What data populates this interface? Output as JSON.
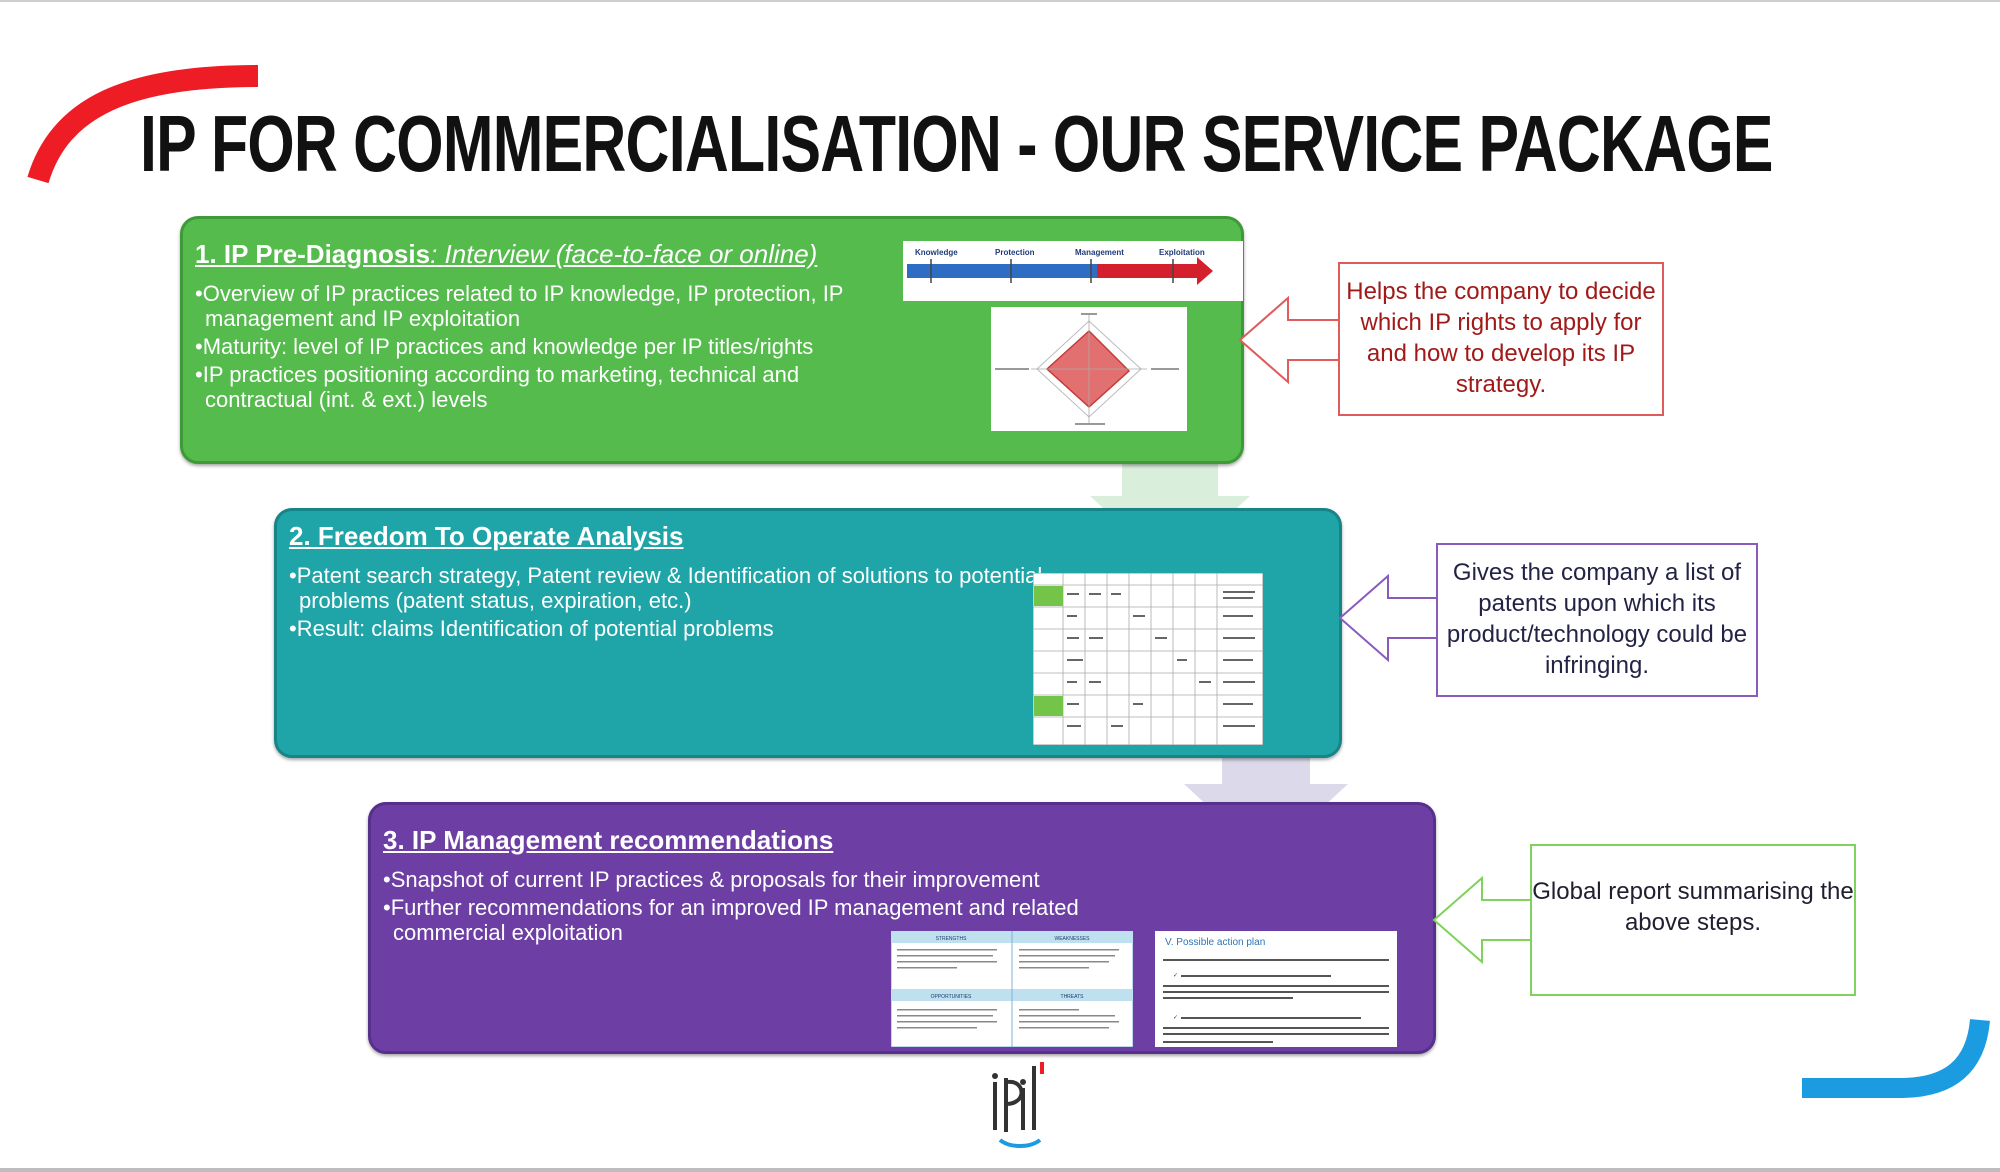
{
  "title": "IP FOR COMMERCIALISATION - OUR SERVICE PACKAGE",
  "colors": {
    "red_accent": "#ee1c25",
    "blue_accent": "#1c9ce0",
    "green": "#55bb4d",
    "teal": "#1fa4a8",
    "purple": "#6d3ea4"
  },
  "steps": [
    {
      "heading": "1. IP Pre-Diagnosis",
      "subheading": ": Interview (face-to-face or online)",
      "bullets": [
        "Overview of IP practices related to IP knowledge, IP protection, IP management and IP exploitation",
        "Maturity: level of IP practices and knowledge per IP titles/rights",
        "IP practices positioning according to marketing, technical and contractual (int. & ext.) levels"
      ],
      "timeline_labels": [
        "Knowledge",
        "Protection",
        "Management",
        "Exploitation"
      ],
      "benefit": "Helps the company to decide which IP rights to apply for and how to develop its IP strategy."
    },
    {
      "heading": "2. Freedom To Operate Analysis",
      "bullets": [
        "Patent search strategy, Patent review & Identification of solutions to potential problems (patent status, expiration, etc.)",
        "Result: claims Identification of potential problems"
      ],
      "benefit": "Gives the company a list of patents upon which its product/technology could be infringing."
    },
    {
      "heading": "3. IP Management recommendations",
      "bullets": [
        "Snapshot of current IP practices & proposals for their improvement",
        "Further recommendations for an improved IP management and related commercial exploitation"
      ],
      "swot_labels": [
        "STRENGTHS",
        "WEAKNESSES",
        "OPPORTUNITIES",
        "THREATS"
      ],
      "doc_heading": "V.    Possible action plan",
      "benefit": "Global report summarising the above steps."
    }
  ],
  "logo_text": "ipil"
}
